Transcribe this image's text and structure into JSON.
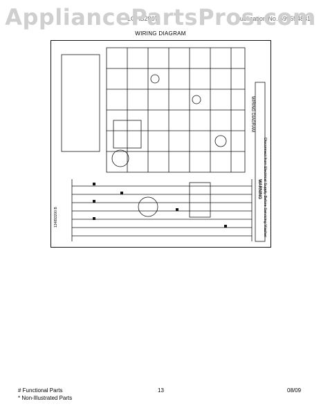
{
  "watermark": "AppliancePartsPros.com",
  "header": {
    "model": "LGHB2867",
    "publication": "Publication No. 5995548319"
  },
  "diagram": {
    "title": "WIRING DIAGRAM",
    "side_title": "WIRING DIAGRAM",
    "warning_word": "WARNING",
    "warning_text": "Disconnect from Electrical Supply Before Servicing Washer",
    "part_number": "134893200 B"
  },
  "footer": {
    "legend_functional": "# Functional Parts",
    "legend_non_illustrated": "* Non-Illustrated Parts",
    "page_number": "13",
    "date": "08/09"
  }
}
